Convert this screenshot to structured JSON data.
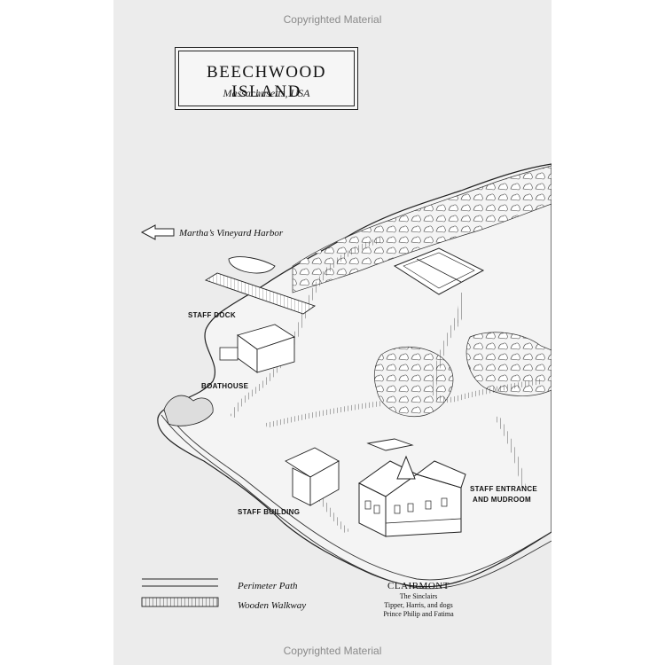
{
  "watermark_top": "Copyrighted Material",
  "watermark_bottom": "Copyrighted Material",
  "title": "BEECHWOOD ISLAND",
  "subtitle": "Massachusetts, USA",
  "harbor_label": "Martha’s Vineyard Harbor",
  "places": {
    "staff_dock": "STAFF DOCK",
    "boathouse": "BOATHOUSE",
    "staff_building": "STAFF BUILDING",
    "staff_entrance_line1": "STAFF ENTRANCE",
    "staff_entrance_line2": "AND MUDROOM",
    "clairmont": "CLAIRMONT",
    "clairmont_line1": "The Sinclairs",
    "clairmont_line2": "Tipper, Harris, and dogs",
    "clairmont_line3": "Prince Philip and Fatima"
  },
  "legend": {
    "perimeter_path": "Perimeter Path",
    "wooden_walkway": "Wooden Walkway"
  }
}
